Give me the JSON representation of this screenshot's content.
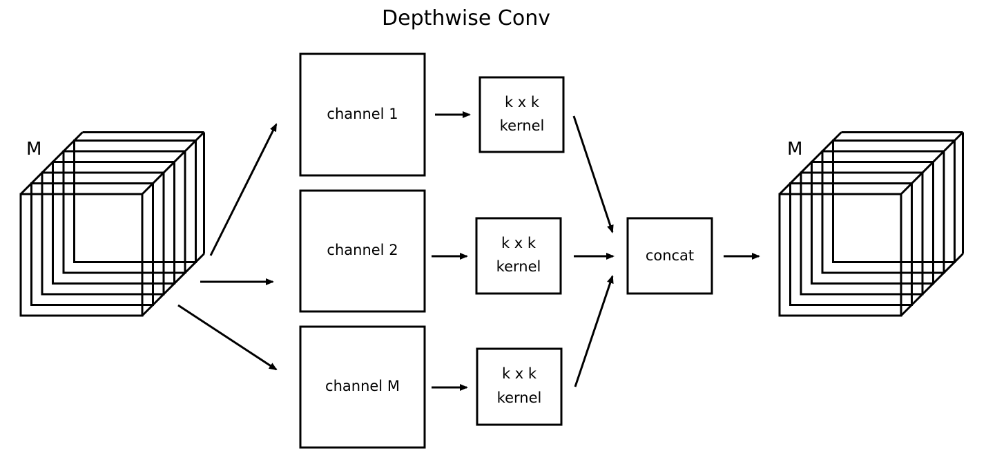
{
  "title": "Depthwise Conv",
  "input_cube": {
    "label": "M"
  },
  "output_cube": {
    "label": "M"
  },
  "channels": [
    {
      "label": "channel 1",
      "kernel_line1": "k x k",
      "kernel_line2": "kernel"
    },
    {
      "label": "channel 2",
      "kernel_line1": "k x k",
      "kernel_line2": "kernel"
    },
    {
      "label": "channel M",
      "kernel_line1": "k x k",
      "kernel_line2": "kernel"
    }
  ],
  "concat_label": "concat",
  "colors": {
    "stroke": "#000000",
    "background": "#ffffff"
  }
}
